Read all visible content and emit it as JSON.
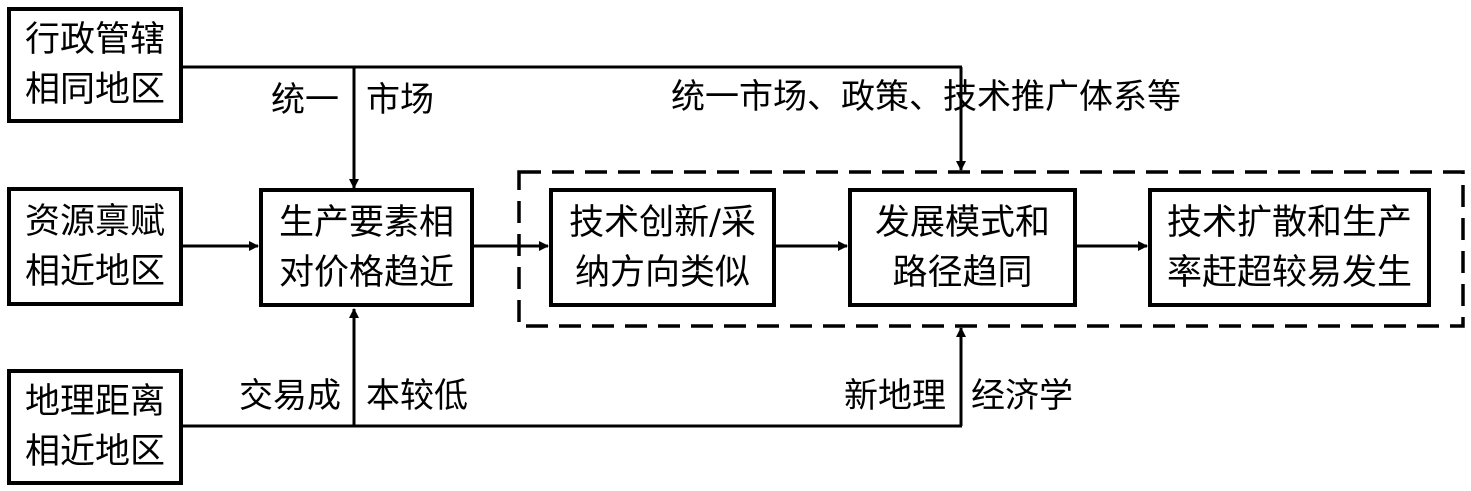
{
  "boxes": {
    "admin": [
      "行政管辖",
      "相同地区"
    ],
    "resource": [
      "资源禀赋",
      "相近地区"
    ],
    "geo": [
      "地理距离",
      "相近地区"
    ],
    "price": [
      "生产要素相",
      "对价格趋近"
    ],
    "innovation": [
      "技术创新/采",
      "纳方向类似"
    ],
    "mode": [
      "发展模式和",
      "路径趋同"
    ],
    "diffusion": [
      "技术扩散和生产",
      "率赶超较易发生"
    ]
  },
  "labels": {
    "unified_left": "统一",
    "market": "市场",
    "policy": "统一市场、政策、技术推广体系等",
    "trade_left": "交易成",
    "trade_right": "本较低",
    "neg_left": "新地理",
    "neg_right": "经济学"
  }
}
